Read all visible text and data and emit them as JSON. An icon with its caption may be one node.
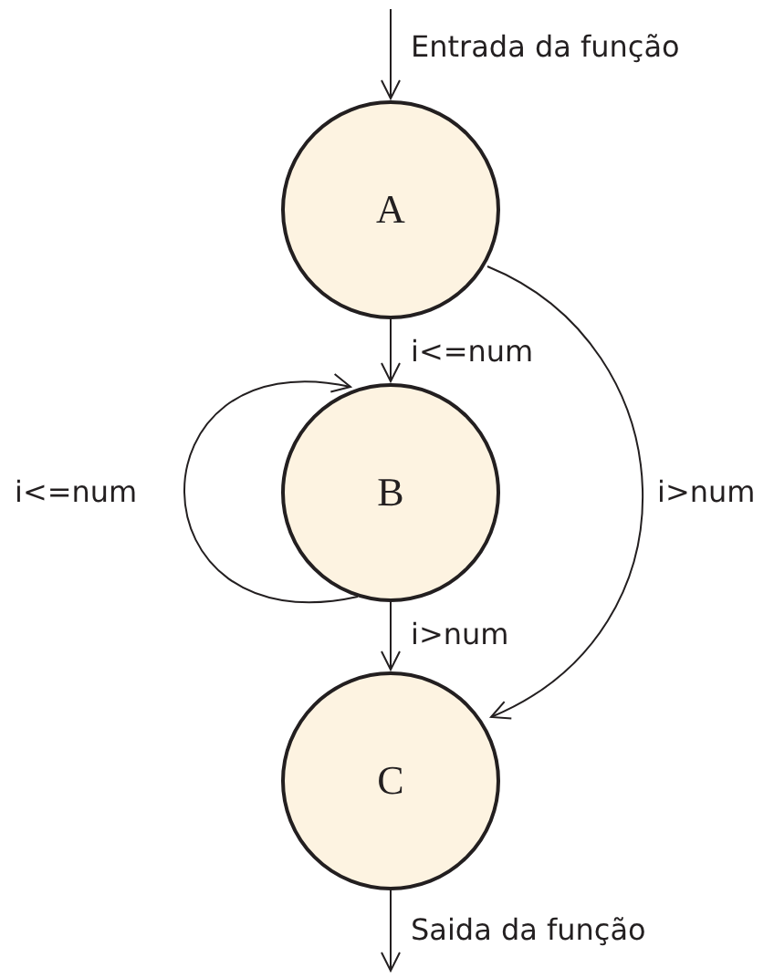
{
  "diagram": {
    "nodes": [
      {
        "text": [
          "A"
        ]
      },
      {
        "text": [
          "B"
        ]
      },
      {
        "text": [
          "C"
        ]
      }
    ],
    "edges": [
      {
        "from": null,
        "to": 0,
        "arrow": "to",
        "label": "Entrada da função"
      },
      {
        "from": 0,
        "to": 1,
        "arrow": "to",
        "label": "i<=num"
      },
      {
        "from": 1,
        "to": 1,
        "arrow": "to",
        "label": "i<=num"
      },
      {
        "from": 0,
        "to": 2,
        "arrow": "to",
        "label": "i>num"
      },
      {
        "from": 1,
        "to": 2,
        "arrow": "to",
        "label": "i>num"
      },
      {
        "from": 2,
        "to": null,
        "arrow": "to",
        "label": "Saida da função"
      }
    ]
  }
}
